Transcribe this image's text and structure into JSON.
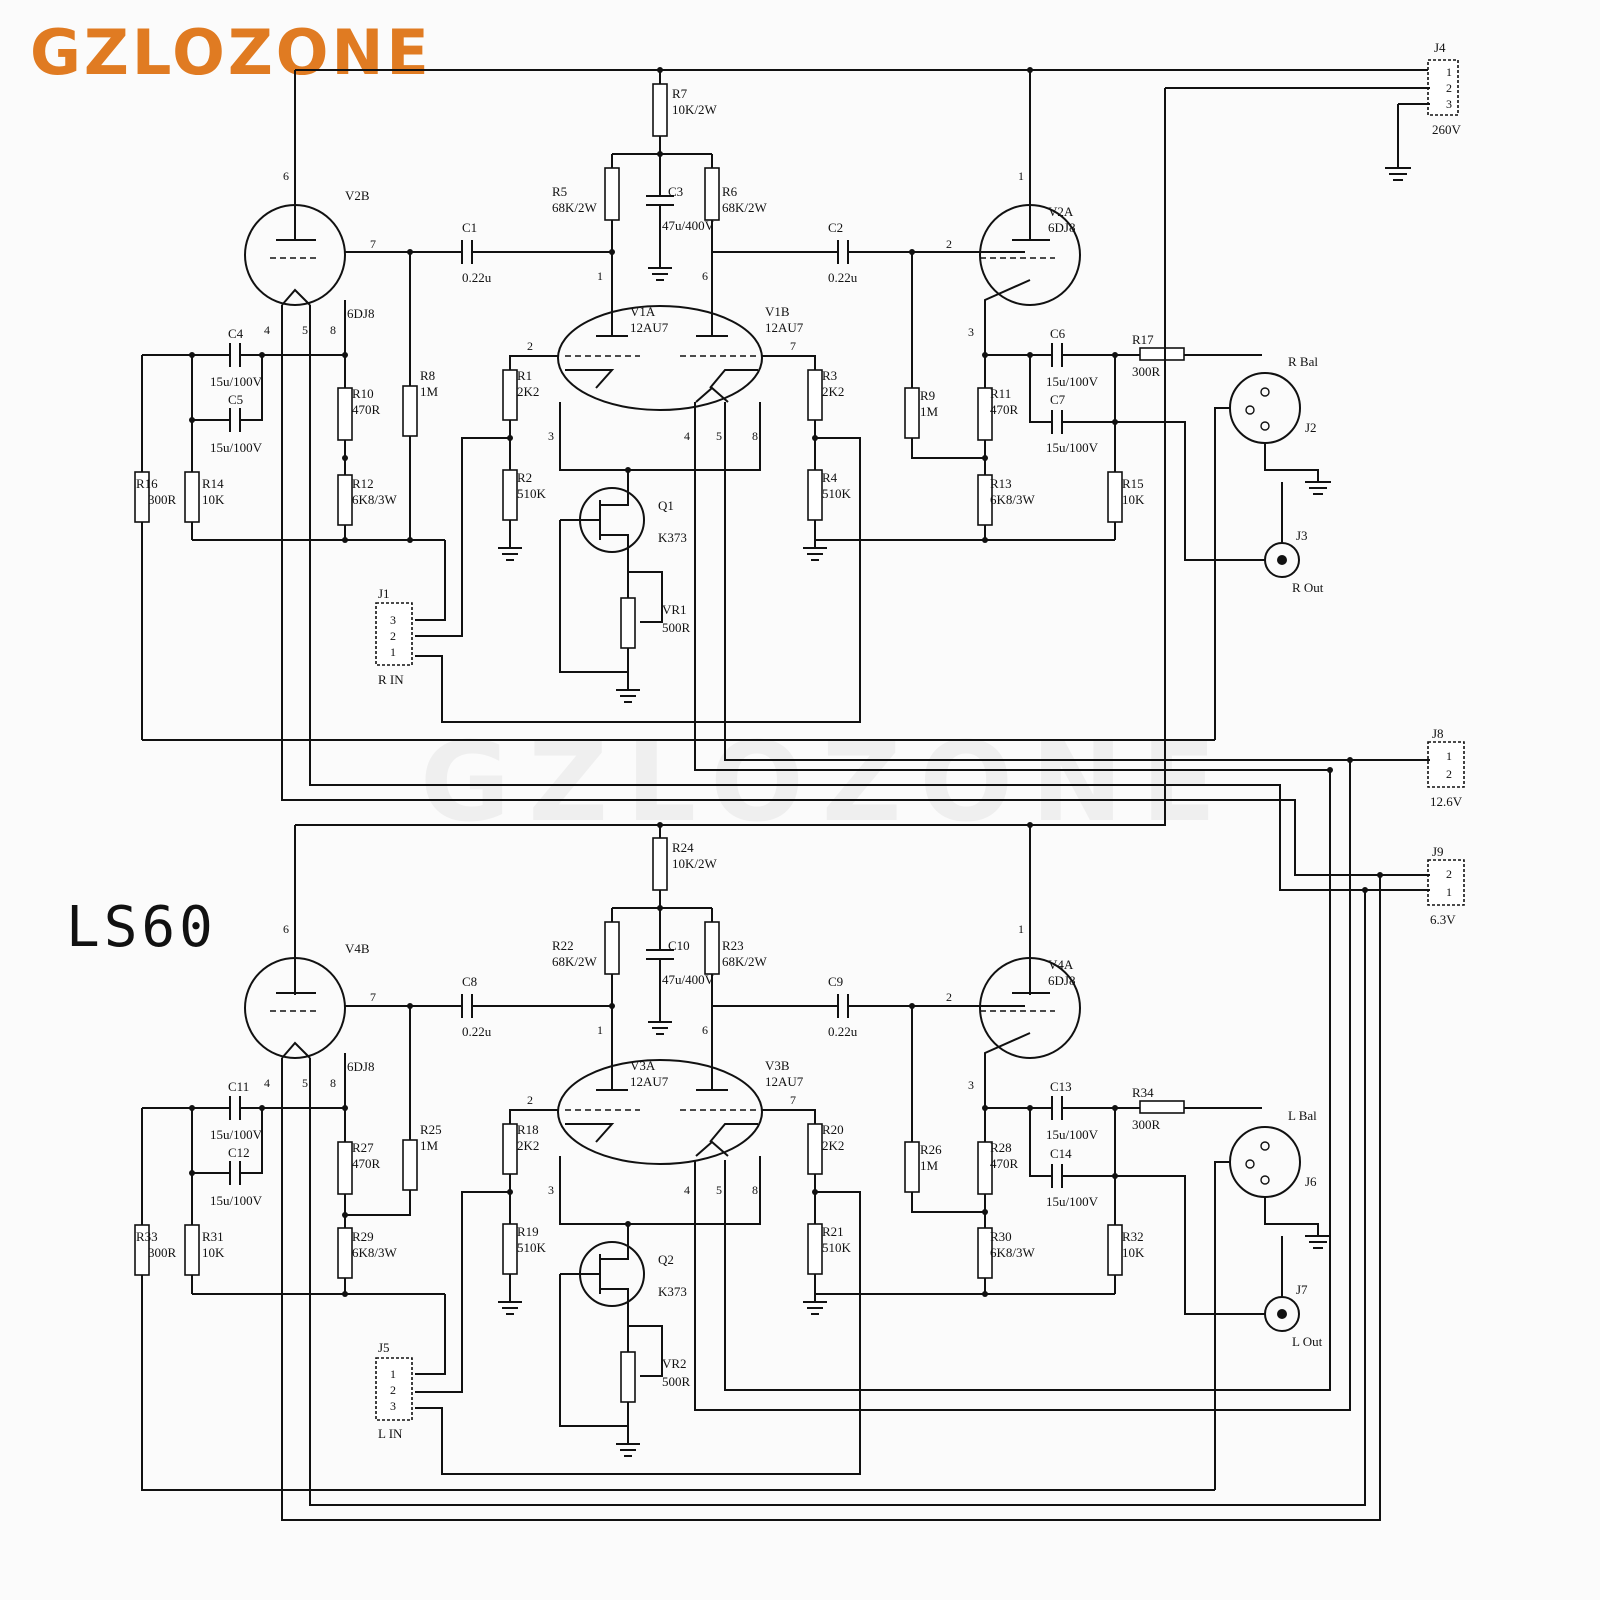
{
  "brand": "GZLOZONE",
  "model": "LS60",
  "watermark": "GZLOZONE",
  "colors": {
    "brand": "#e07b22",
    "ink": "#111111",
    "paper": "#fbfbfb"
  },
  "channels": [
    {
      "tubes": {
        "v2b": "V2B",
        "v2b_type": "6DJ8",
        "v1a": "V1A",
        "v1a_type": "12AU7",
        "v1b": "V1B",
        "v1b_type": "12AU7",
        "v2a": "V2A",
        "v2a_type": "6DJ8"
      },
      "caps": {
        "c1": "C1",
        "c1_val": "0.22u",
        "c2": "C2",
        "c2_val": "0.22u",
        "c3": "C3",
        "c3_val": "47u/400V",
        "c4": "C4",
        "c4_val": "15u/100V",
        "c5": "C5",
        "c5_val": "15u/100V",
        "c6": "C6",
        "c6_val": "15u/100V",
        "c7": "C7",
        "c7_val": "15u/100V"
      },
      "res": {
        "r7": "R7",
        "r7_val": "10K/2W",
        "r5": "R5",
        "r5_val": "68K/2W",
        "r6": "R6",
        "r6_val": "68K/2W",
        "r1": "R1",
        "r1_val": "2K2",
        "r2": "R2",
        "r2_val": "510K",
        "r3": "R3",
        "r3_val": "2K2",
        "r4": "R4",
        "r4_val": "510K",
        "r8": "R8",
        "r8_val": "1M",
        "r9": "R9",
        "r9_val": "1M",
        "r10": "R10",
        "r10_val": "470R",
        "r11": "R11",
        "r11_val": "470R",
        "r12": "R12",
        "r12_val": "6K8/3W",
        "r13": "R13",
        "r13_val": "6K8/3W",
        "r14": "R14",
        "r14_val": "10K",
        "r15": "R15",
        "r15_val": "10K",
        "r16": "R16",
        "r16_val": "300R",
        "r17": "R17",
        "r17_val": "300R"
      },
      "fet": {
        "name": "Q1",
        "type": "K373"
      },
      "pot": {
        "name": "VR1",
        "val": "500R"
      },
      "input": {
        "name": "J1",
        "label": "R IN",
        "pins": [
          "3",
          "2",
          "1"
        ]
      },
      "bal": {
        "name": "J2",
        "label": "R Bal"
      },
      "out": {
        "name": "J3",
        "label": "R Out"
      },
      "pins": {
        "p6": "6",
        "p7": "7",
        "p4": "4",
        "p5": "5",
        "p8": "8",
        "p1": "1",
        "p2": "2",
        "p3": "3"
      }
    },
    {
      "tubes": {
        "v2b": "V4B",
        "v2b_type": "6DJ8",
        "v1a": "V3A",
        "v1a_type": "12AU7",
        "v1b": "V3B",
        "v1b_type": "12AU7",
        "v2a": "V4A",
        "v2a_type": "6DJ8"
      },
      "caps": {
        "c1": "C8",
        "c1_val": "0.22u",
        "c2": "C9",
        "c2_val": "0.22u",
        "c3": "C10",
        "c3_val": "47u/400V",
        "c4": "C11",
        "c4_val": "15u/100V",
        "c5": "C12",
        "c5_val": "15u/100V",
        "c6": "C13",
        "c6_val": "15u/100V",
        "c7": "C14",
        "c7_val": "15u/100V"
      },
      "res": {
        "r7": "R24",
        "r7_val": "10K/2W",
        "r5": "R22",
        "r5_val": "68K/2W",
        "r6": "R23",
        "r6_val": "68K/2W",
        "r1": "R18",
        "r1_val": "2K2",
        "r2": "R19",
        "r2_val": "510K",
        "r3": "R20",
        "r3_val": "2K2",
        "r4": "R21",
        "r4_val": "510K",
        "r8": "R25",
        "r8_val": "1M",
        "r9": "R26",
        "r9_val": "1M",
        "r10": "R27",
        "r10_val": "470R",
        "r11": "R28",
        "r11_val": "470R",
        "r12": "R29",
        "r12_val": "6K8/3W",
        "r13": "R30",
        "r13_val": "6K8/3W",
        "r14": "R31",
        "r14_val": "10K",
        "r15": "R32",
        "r15_val": "10K",
        "r16": "R33",
        "r16_val": "300R",
        "r17": "R34",
        "r17_val": "300R"
      },
      "fet": {
        "name": "Q2",
        "type": "K373"
      },
      "pot": {
        "name": "VR2",
        "val": "500R"
      },
      "input": {
        "name": "J5",
        "label": "L IN",
        "pins": [
          "1",
          "2",
          "3"
        ]
      },
      "bal": {
        "name": "J6",
        "label": "L Bal"
      },
      "out": {
        "name": "J7",
        "label": "L Out"
      },
      "pins": {
        "p6": "6",
        "p7": "7",
        "p4": "4",
        "p5": "5",
        "p8": "8",
        "p1": "1",
        "p2": "2",
        "p3": "3"
      }
    }
  ],
  "power": {
    "j4": "J4",
    "j4_pins": [
      "1",
      "2",
      "3"
    ],
    "j4_label": "260V",
    "j8": "J8",
    "j8_pins": [
      "1",
      "2"
    ],
    "j8_label": "12.6V",
    "j9": "J9",
    "j9_pins": [
      "2",
      "1"
    ],
    "j9_label": "6.3V"
  }
}
